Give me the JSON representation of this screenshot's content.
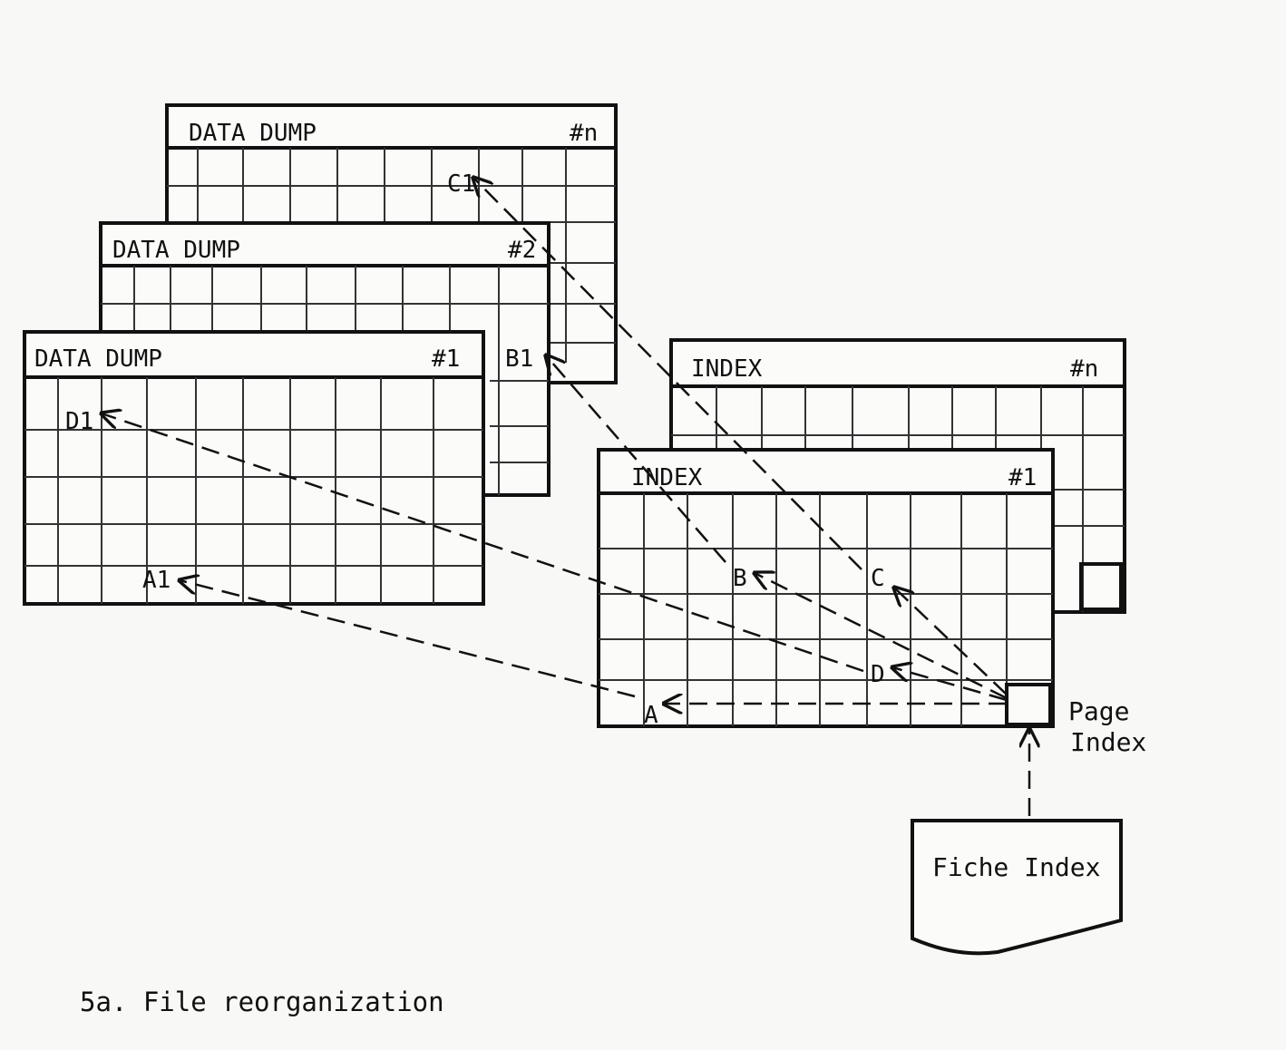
{
  "diagram": {
    "dump_sheets": [
      {
        "id": "dump-n",
        "title": "DATA DUMP",
        "number": "#n",
        "marker": "C1"
      },
      {
        "id": "dump-2",
        "title": "DATA DUMP",
        "number": "#2",
        "marker": "B1"
      },
      {
        "id": "dump-1",
        "title": "DATA DUMP",
        "number": "#1",
        "markers": [
          "D1",
          "A1"
        ]
      }
    ],
    "index_sheets": [
      {
        "id": "index-n",
        "title": "INDEX",
        "number": "#n"
      },
      {
        "id": "index-1",
        "title": "INDEX",
        "number": "#1",
        "markers": [
          "A",
          "B",
          "C",
          "D"
        ]
      }
    ],
    "page_index_label": [
      "Page",
      "Index"
    ],
    "fiche_index_label": "Fiche Index",
    "caption": "5a. File reorganization"
  }
}
